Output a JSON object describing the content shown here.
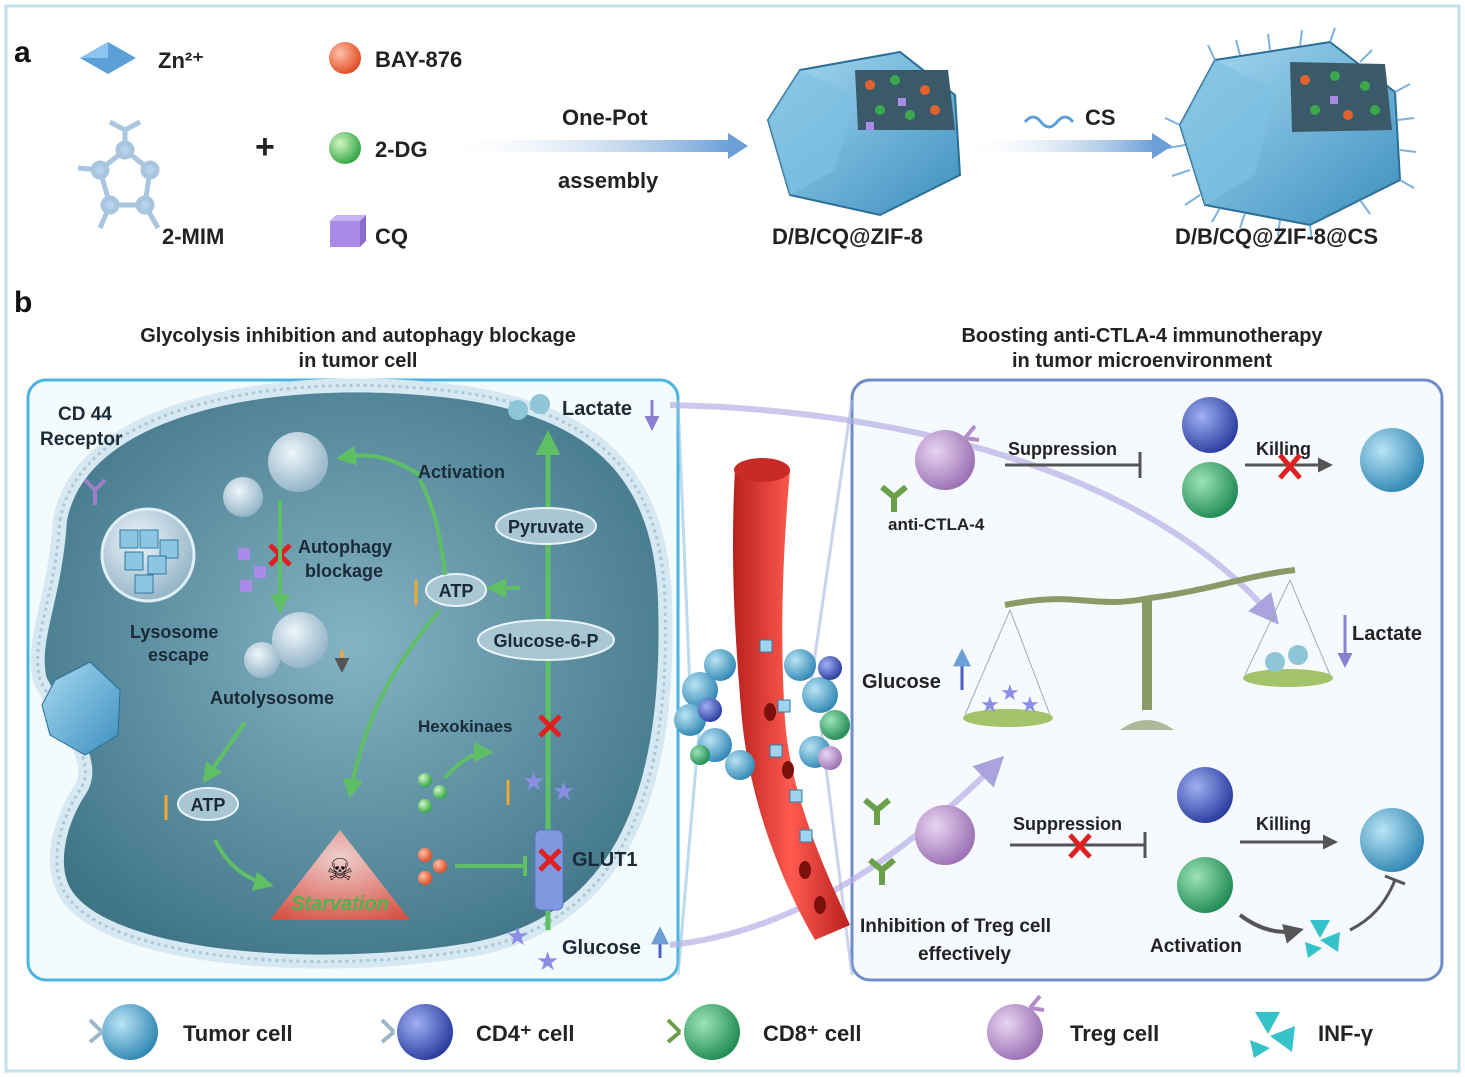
{
  "panel_a": {
    "letter": "a",
    "zn": "Zn²⁺",
    "mim": "2-MIM",
    "plus": "+",
    "bay": "BAY-876",
    "dg": "2-DG",
    "cq": "CQ",
    "onepot": "One-Pot",
    "assembly": "assembly",
    "zif": "D/B/CQ@ZIF-8",
    "cs": "CS",
    "zifcs": "D/B/CQ@ZIF-8@CS"
  },
  "panel_b": {
    "letter": "b",
    "left_title_1": "Glycolysis inhibition and autophagy blockage",
    "left_title_2": "in tumor cell",
    "right_title_1": "Boosting anti-CTLA-4 immunotherapy",
    "right_title_2": "in tumor microenvironment",
    "cd44_1": "CD 44",
    "cd44_2": "Receptor",
    "lactate": "Lactate",
    "activation": "Activation",
    "pyruvate": "Pyruvate",
    "autophagy_1": "Autophagy",
    "autophagy_2": "blockage",
    "atp": "ATP",
    "glucose6p": "Glucose-6-P",
    "lysosome_1": "Lysosome",
    "lysosome_2": "escape",
    "autolysosome": "Autolysosome",
    "hexokinase": "Hexokinaes",
    "starvation": "Starvation",
    "glut1": "GLUT1",
    "glucose": "Glucose",
    "suppression": "Suppression",
    "killing": "Killing",
    "anti_ctla4": "anti-CTLA-4",
    "inhibition_1": "Inhibition of Treg cell",
    "inhibition_2": "effectively"
  },
  "legend": {
    "tumor": "Tumor cell",
    "cd4": "CD4⁺ cell",
    "cd8": "CD8⁺ cell",
    "treg": "Treg cell",
    "infg": "INF-γ"
  },
  "colors": {
    "cell_body": "#5d8ea3",
    "membrane": "#c9dde8",
    "tumor": "#5fb3d6",
    "cd4": "#4a5fc8",
    "cd8": "#3fae72",
    "treg": "#b48cc9",
    "infg": "#35c2c9",
    "vessel": "#e0322f",
    "arrow_green": "#5fbf65",
    "cross": "#e02020"
  }
}
